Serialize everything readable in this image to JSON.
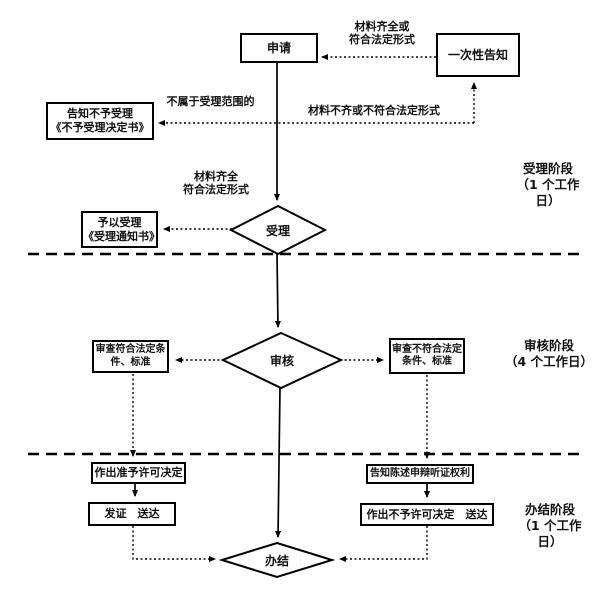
{
  "canvas": {
    "background": "#ffffff",
    "line_color": "#000000"
  },
  "flowchart": {
    "boxes": {
      "apply": "申请",
      "one_time_notice": "一次性告知",
      "reject_notice": "告知不予受理\n《不予受理决定书》",
      "grant_accept": "予以受理\n《受理通知书》",
      "review_pass": "审查符合法定条\n件、标准",
      "review_fail": "审查不符合法定\n条件、标准",
      "grant_decision": "作出准予许可决定",
      "issue_deliver": "发证　送达",
      "inform_rights": "告知陈述申辩听证权利",
      "deny_decision": "作出不予许可决定　送达"
    },
    "diamonds": {
      "accept": "受理",
      "review": "审核",
      "finish": "办结"
    },
    "edge_labels": {
      "materials_complete_or_legal": "材料齐全或\n符合法定形式",
      "not_in_scope": "不属于受理范围的",
      "materials_incomplete": "材料不齐或不符合法定形式",
      "materials_complete_legal": "材料齐全\n符合法定形式"
    },
    "stage_labels": {
      "accept_stage": "受理阶段\n（1 个工作\n日）",
      "review_stage": "审核阶段\n（4 个工作日）",
      "finish_stage": "办结阶段\n（1 个工作\n日）"
    }
  }
}
